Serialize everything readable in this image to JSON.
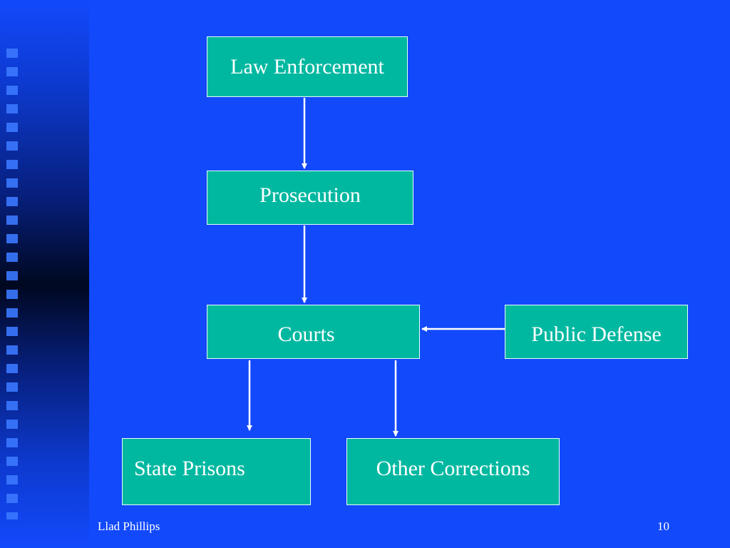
{
  "nodes": {
    "law_enforcement": "Law Enforcement",
    "prosecution": "Prosecution",
    "courts": "Courts",
    "public_defense": "Public Defense",
    "state_prisons": "State Prisons",
    "other_corrections": "Other Corrections"
  },
  "footer": {
    "author": "Llad Phillips",
    "page_number": "10"
  },
  "colors": {
    "background": "#1249FB",
    "box_fill": "#00B8A0",
    "box_border": "#e8fff9",
    "text": "#ffffff",
    "arrow": "#ffffff"
  }
}
